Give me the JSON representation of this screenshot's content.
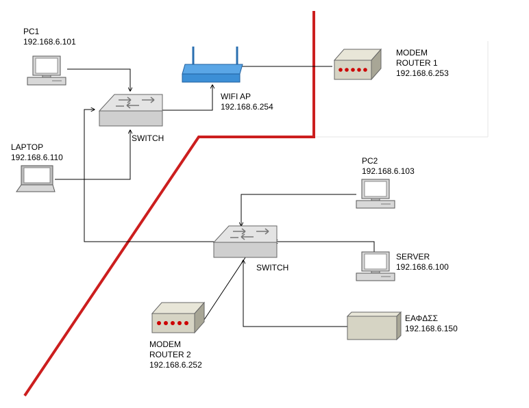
{
  "devices": {
    "pc1": {
      "name": "PC1",
      "ip": "192.168.6.101",
      "icon": "desktop-pc-icon"
    },
    "laptop": {
      "name": "LAPTOP",
      "ip": "192.168.6.110",
      "icon": "laptop-icon"
    },
    "switch1": {
      "name": "SWITCH",
      "icon": "network-switch-icon"
    },
    "wifi_ap": {
      "name": "WIFI AP",
      "ip": "192.168.6.254",
      "icon": "wifi-access-point-icon"
    },
    "modem1": {
      "name_line1": "MODEM",
      "name_line2": "ROUTER 1",
      "ip": "192.168.6.253",
      "icon": "modem-router-icon"
    },
    "pc2": {
      "name": "PC2",
      "ip": "192.168.6.103",
      "icon": "desktop-pc-icon"
    },
    "switch2": {
      "name": "SWITCH",
      "icon": "network-switch-icon"
    },
    "server": {
      "name": "SERVER",
      "ip": "192.168.6.100",
      "icon": "desktop-pc-icon"
    },
    "eafdss": {
      "name": "ΕΑΦΔΣΣ",
      "ip": "192.168.6.150",
      "icon": "fiscal-device-icon"
    },
    "modem2": {
      "name_line1": "MODEM",
      "name_line2": "ROUTER 2",
      "ip": "192.168.6.252",
      "icon": "modem-router-icon"
    }
  },
  "colors": {
    "divider": "#cc1e1e",
    "link": "#000000",
    "device_gray": "#d8d8d8",
    "device_dark": "#8a8a8a",
    "ap_blue": "#3c8fd6",
    "led_red": "#cc0000",
    "screen": "#ffffff"
  }
}
